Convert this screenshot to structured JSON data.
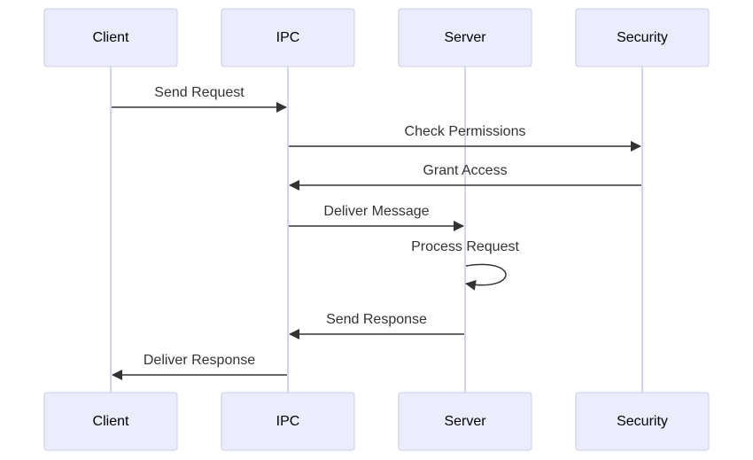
{
  "diagram": {
    "type": "sequence",
    "participants": [
      {
        "id": "client",
        "label": "Client"
      },
      {
        "id": "ipc",
        "label": "IPC"
      },
      {
        "id": "server",
        "label": "Server"
      },
      {
        "id": "security",
        "label": "Security"
      }
    ],
    "messages": [
      {
        "from": "client",
        "to": "ipc",
        "label": "Send Request"
      },
      {
        "from": "ipc",
        "to": "security",
        "label": "Check Permissions"
      },
      {
        "from": "security",
        "to": "ipc",
        "label": "Grant Access"
      },
      {
        "from": "ipc",
        "to": "server",
        "label": "Deliver Message"
      },
      {
        "from": "server",
        "to": "server",
        "label": "Process Request"
      },
      {
        "from": "server",
        "to": "ipc",
        "label": "Send Response"
      },
      {
        "from": "ipc",
        "to": "client",
        "label": "Deliver Response"
      }
    ],
    "colors": {
      "actor_fill": "#ececff",
      "actor_border": "#cccce6",
      "lifeline": "#d6d3ec",
      "arrow": "#333333",
      "text": "#333333"
    }
  }
}
